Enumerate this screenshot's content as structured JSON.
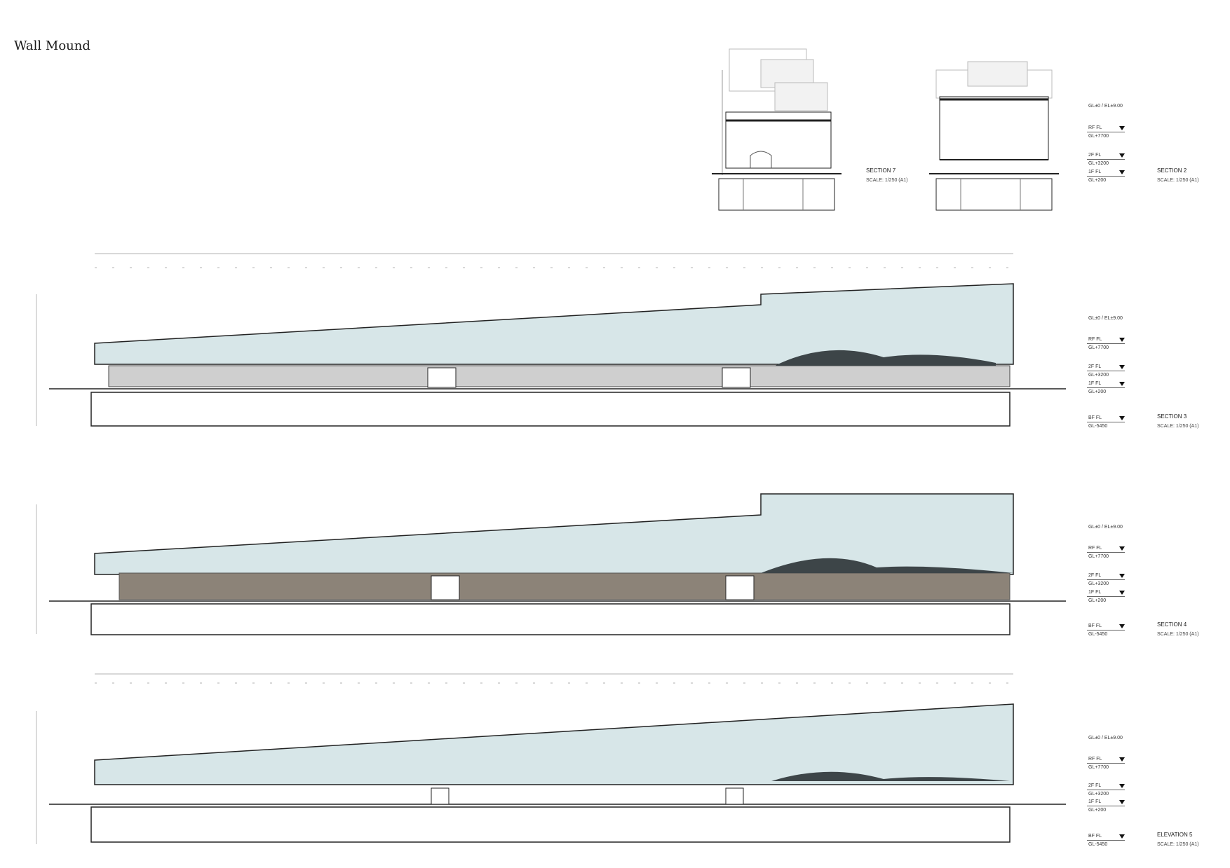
{
  "title": "Wall Mound",
  "small_sections": [
    {
      "name": "SECTION 7",
      "scale": "SCALE: 1/250 (A1)"
    },
    {
      "name": "SECTION 2",
      "scale": "SCALE: 1/250 (A1)"
    }
  ],
  "level_labels": {
    "gl": "GL±0 / EL±9.00",
    "rf": "RF FL",
    "rf_gl": "GL+7700",
    "f2": "2F FL",
    "f2_gl": "GL+3200",
    "f1": "1F FL",
    "f1_gl": "GL+200",
    "bf": "BF FL",
    "bf_gl": "GL-5450"
  },
  "long_drawings": [
    {
      "name": "SECTION 3",
      "scale": "SCALE: 1/250 (A1)"
    },
    {
      "name": "SECTION 4",
      "scale": "SCALE: 1/250 (A1)"
    },
    {
      "name": "ELEVATION 5",
      "scale": "SCALE: 1/250 (A1)"
    }
  ],
  "colors": {
    "line": "#222222",
    "glass": "#cfe0e3",
    "wall": "#8c8378",
    "mound": "#3d4548"
  }
}
